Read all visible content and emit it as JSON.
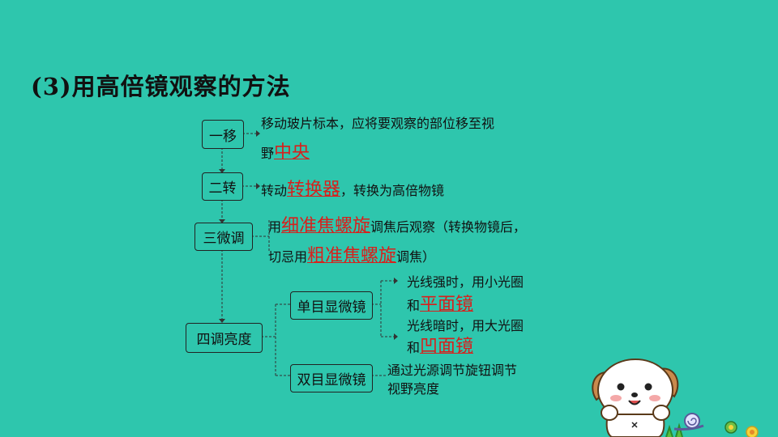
{
  "title": "(3)用高倍镜观察的方法",
  "steps": {
    "s1": {
      "label": "一移",
      "line1": "移动玻片标本，应将要观察的部位移至视",
      "line2_pre": "野",
      "answer": "中央"
    },
    "s2": {
      "label": "二转",
      "pre": "转动",
      "answer": "转换器",
      "post": "，转换为高倍物镜"
    },
    "s3": {
      "label": "三微调",
      "l1_pre": "用",
      "answer1": "细准焦螺旋",
      "l1_post": "调焦后观察（转换物镜后，",
      "l2_pre": "切忌用",
      "answer2": "粗准焦螺旋",
      "l2_post": "调焦）"
    },
    "s4": {
      "label": "四调亮度"
    }
  },
  "mono": {
    "label": "单目显微镜",
    "strong": {
      "line1": "光线强时，用小光圈",
      "pre": "和",
      "answer": "平面镜"
    },
    "weak": {
      "line1": "光线暗时，用大光圈",
      "pre": "和",
      "answer": "凹面镜"
    }
  },
  "bino": {
    "label": "双目显微镜",
    "line1": "通过光源调节旋钮调节",
    "line2": "视野亮度"
  },
  "colors": {
    "background": "#2ec6ad",
    "answer": "#d8201c"
  }
}
